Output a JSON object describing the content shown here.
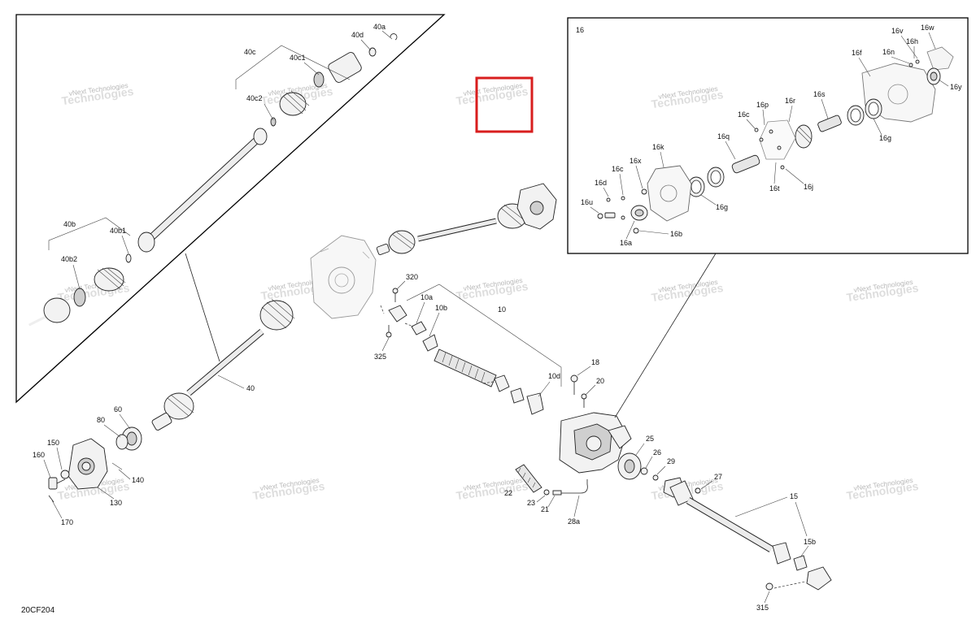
{
  "diagram_code": "20CF204",
  "detail_box_label": "16",
  "watermark": {
    "line1": "vNext Technologies",
    "line2": "Technologies",
    "line3": "vNext"
  },
  "labels": {
    "l40a": "40a",
    "l40d": "40d",
    "l40c": "40c",
    "l40c1": "40c1",
    "l40c2": "40c2",
    "l40b": "40b",
    "l40b1": "40b1",
    "l40b2": "40b2",
    "l40": "40",
    "l60": "60",
    "l80": "80",
    "l150": "150",
    "l160": "160",
    "l140": "140",
    "l130": "130",
    "l170": "170",
    "l320": "320",
    "l325": "325",
    "l10a": "10a",
    "l10b": "10b",
    "l10": "10",
    "l10d": "10d",
    "l18": "18",
    "l20": "20",
    "l25": "25",
    "l26": "26",
    "l29": "29",
    "l27": "27",
    "l22": "22",
    "l23": "23",
    "l21": "21",
    "l28a": "28a",
    "l15": "15",
    "l15b": "15b",
    "l315": "315",
    "l16w": "16w",
    "l16v": "16v",
    "l16h": "16h",
    "l16n": "16n",
    "l16f": "16f",
    "l16y": "16y",
    "l16s": "16s",
    "l16r": "16r",
    "l16p": "16p",
    "l16c_top": "16c",
    "l16q": "16q",
    "l16g_top": "16g",
    "l16k": "16k",
    "l16x": "16x",
    "l16c": "16c",
    "l16d": "16d",
    "l16u": "16u",
    "l16g": "16g",
    "l16a": "16a",
    "l16b": "16b",
    "l16t": "16t",
    "l16j": "16j"
  }
}
